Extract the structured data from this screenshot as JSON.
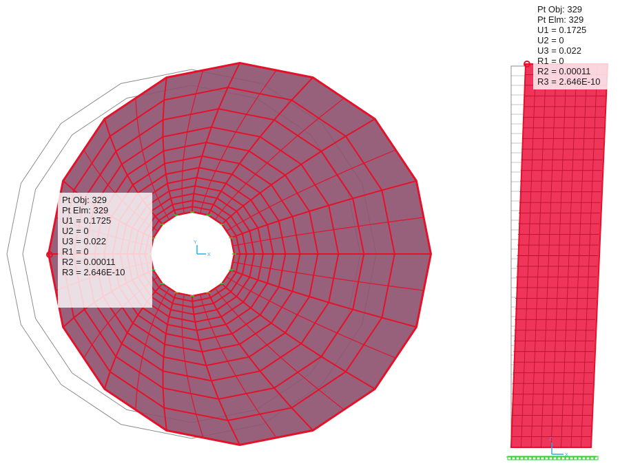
{
  "plan_view": {
    "tooltip": {
      "pt_obj": "Pt Obj: 329",
      "pt_elm": "Pt Elm: 329",
      "u1": "U1 =  0.1725",
      "u2": "U2 =  0",
      "u3": "U3 =  0.022",
      "r1": "R1 =  0",
      "r2": "R2 =  0.00011",
      "r3": "R3 =  2.646E-10"
    },
    "axes": {
      "y_label": "Y",
      "x_label": "X"
    }
  },
  "elevation_view": {
    "tooltip": {
      "pt_obj": "Pt Obj: 329",
      "pt_elm": "Pt Elm: 329",
      "u1": "U1 =  0.1725",
      "u2": "U2 =  0",
      "u3": "U3 =  0.022",
      "r1": "R1 =  0",
      "r2": "R2 =  0.00011",
      "r3": "R3 =  2.646E-10"
    },
    "axes": {
      "z_label": "Z",
      "x_label": "X"
    }
  },
  "colors": {
    "deformed_fill": "#8e5470",
    "deformed_edge": "#e3112a",
    "undeformed_line": "#8c8c8c",
    "shaft_fill": "#f0355a",
    "support": "#27d627",
    "axis_cyan": "#1ab5e6"
  }
}
